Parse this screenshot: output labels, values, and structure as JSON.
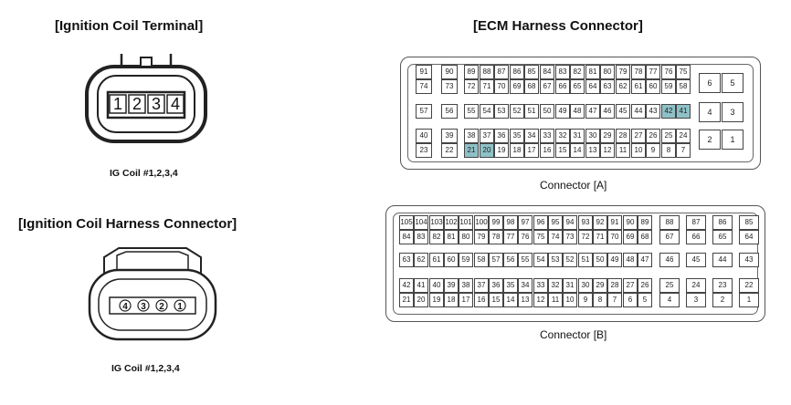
{
  "titles": {
    "ignition_coil_terminal": "[Ignition Coil Terminal]",
    "ignition_coil_harness_connector": "[Ignition Coil  Harness  Connector]",
    "ecm_harness_connector": "[ECM Harness  Connector]"
  },
  "captions": {
    "terminal": "IG Coil #1,2,3,4",
    "harness": "IG Coil #1,2,3,4",
    "connector_a": "Connector [A]",
    "connector_b": "Connector [B]"
  },
  "terminal_pins": [
    "1",
    "2",
    "3",
    "4"
  ],
  "harness_pins": [
    "4",
    "3",
    "2",
    "1"
  ],
  "highlight_color": "#8ec1c7",
  "connector_a": {
    "row1_left": [
      "91",
      "90",
      "89",
      "88",
      "87",
      "86",
      "85",
      "84",
      "83",
      "82",
      "81",
      "80",
      "79",
      "78",
      "77",
      "76",
      "75"
    ],
    "row2_left": [
      "74",
      "73",
      "72",
      "71",
      "70",
      "69",
      "68",
      "67",
      "66",
      "65",
      "64",
      "63",
      "62",
      "61",
      "60",
      "59",
      "58"
    ],
    "row3_left": [
      "57",
      "56",
      "55",
      "54",
      "53",
      "52",
      "51",
      "50",
      "49",
      "48",
      "47",
      "46",
      "45",
      "44",
      "43",
      "42",
      "41"
    ],
    "row4_left": [
      "40",
      "39",
      "38",
      "37",
      "36",
      "35",
      "34",
      "33",
      "32",
      "31",
      "30",
      "29",
      "28",
      "27",
      "26",
      "25",
      "24"
    ],
    "row5_left": [
      "23",
      "22",
      "21",
      "20",
      "19",
      "18",
      "17",
      "16",
      "15",
      "14",
      "13",
      "12",
      "11",
      "10",
      "9",
      "8",
      "7"
    ],
    "right_block": [
      "6",
      "5",
      "4",
      "3",
      "2",
      "1"
    ],
    "highlighted": [
      "42",
      "41",
      "21",
      "20"
    ]
  },
  "connector_b": {
    "row1": [
      "105",
      "104",
      "103",
      "102",
      "101",
      "100",
      "99",
      "98",
      "97",
      "96",
      "95",
      "94",
      "93",
      "92",
      "91",
      "90",
      "89"
    ],
    "row2": [
      "84",
      "83",
      "82",
      "81",
      "80",
      "79",
      "78",
      "77",
      "76",
      "75",
      "74",
      "73",
      "72",
      "71",
      "70",
      "69",
      "68"
    ],
    "row3": [
      "63",
      "62",
      "61",
      "60",
      "59",
      "58",
      "57",
      "56",
      "55",
      "54",
      "53",
      "52",
      "51",
      "50",
      "49",
      "48",
      "47"
    ],
    "row4": [
      "42",
      "41",
      "40",
      "39",
      "38",
      "37",
      "36",
      "35",
      "34",
      "33",
      "32",
      "31",
      "30",
      "29",
      "28",
      "27",
      "26"
    ],
    "row5": [
      "21",
      "20",
      "19",
      "18",
      "17",
      "16",
      "15",
      "14",
      "13",
      "12",
      "11",
      "10",
      "9",
      "8",
      "7",
      "6",
      "5"
    ],
    "right_row1": [
      "88",
      "87",
      "86",
      "85"
    ],
    "right_row2": [
      "67",
      "66",
      "65",
      "64"
    ],
    "right_row3": [
      "46",
      "45",
      "44",
      "43"
    ],
    "right_row4": [
      "25",
      "24",
      "23",
      "22"
    ],
    "right_row5": [
      "4",
      "3",
      "2",
      "1"
    ]
  }
}
